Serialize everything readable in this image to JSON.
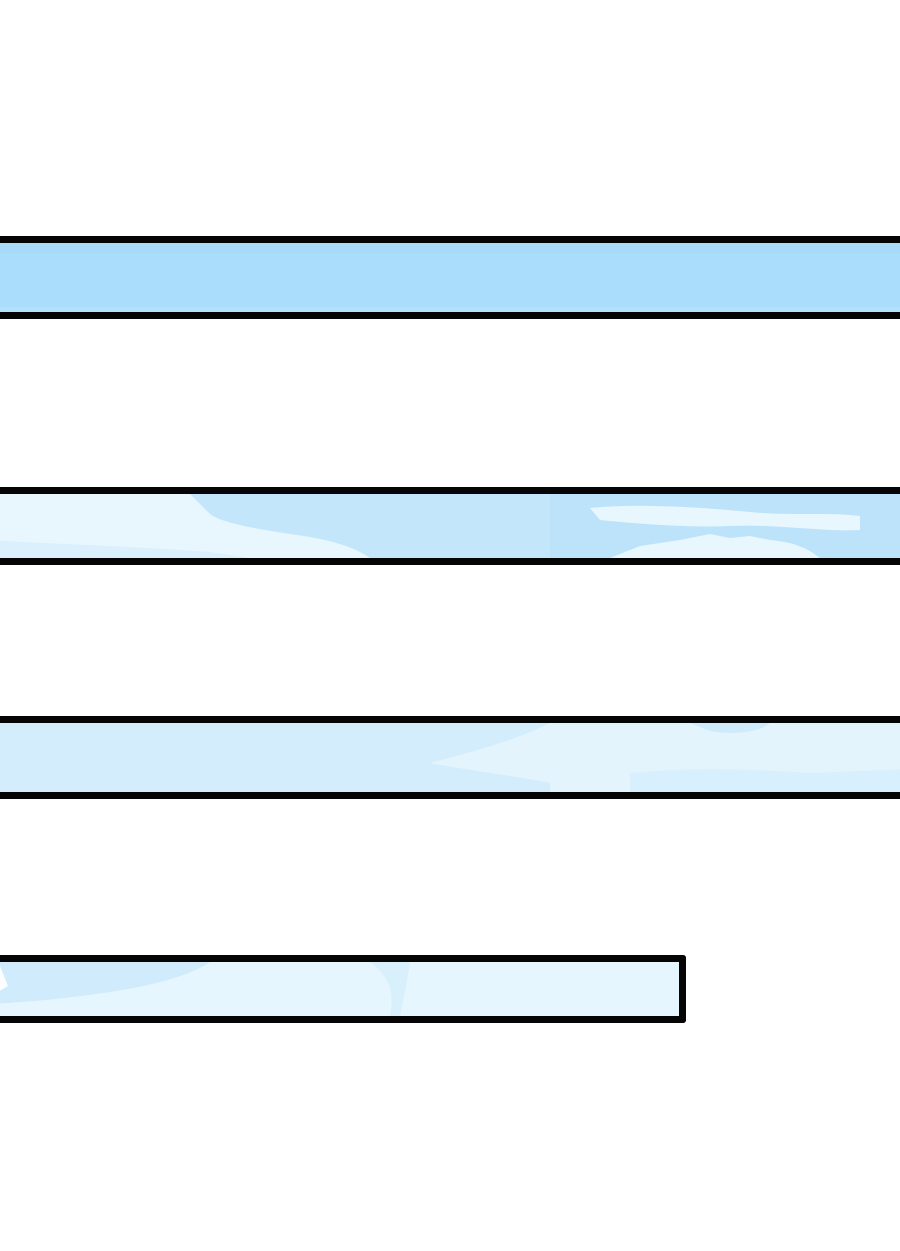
{
  "colors": {
    "background": "#ffffff",
    "outline": "#050505",
    "sky_blue": "#aadcfb",
    "sky_pale": "#e6f6fe",
    "sky_mid": "#c6e8fb"
  },
  "panels": [
    {
      "name": "sky-strip-1",
      "style": "solid-blue"
    },
    {
      "name": "sky-strip-2",
      "style": "clouds"
    },
    {
      "name": "sky-strip-3",
      "style": "faint-clouds"
    },
    {
      "name": "sky-strip-4",
      "style": "short-pale"
    }
  ]
}
